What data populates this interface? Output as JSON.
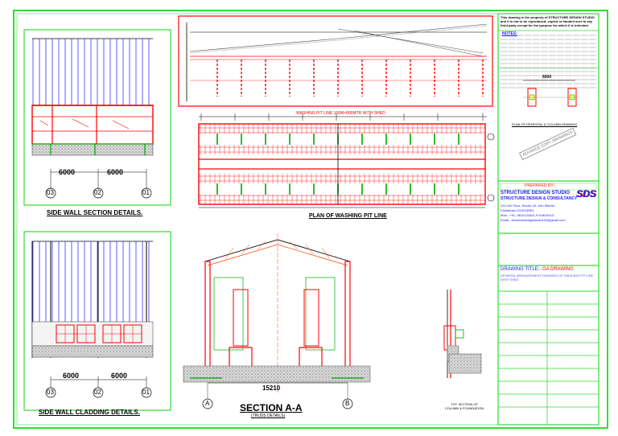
{
  "colors": {
    "border_green": "#33dd33",
    "steel_red": "#ff0000",
    "sheet_blue": "#2222ff",
    "dim_black": "#000000"
  },
  "left_top": {
    "dims": [
      "6000",
      "6000"
    ],
    "grids": [
      "03",
      "02",
      "01"
    ],
    "caption": "SIDE WALL SECTION DETAILS."
  },
  "left_bottom": {
    "dims": [
      "6000",
      "6000"
    ],
    "grids": [
      "03",
      "02",
      "01"
    ],
    "caption": "SIDE WALL CLADDING DETAILS."
  },
  "plan": {
    "title": "PLAN OF WASHING PIT LINE",
    "heading": "WASHING PIT LINE 100M×800MTR WITH SHED"
  },
  "section": {
    "dim": "15210",
    "grid_a": "A",
    "grid_b": "B",
    "title": "SECTION A-A",
    "subtitle": "(TRUSS DETAILS)"
  },
  "foundation": {
    "caption": "TYP. SECTION OF COLUMN & FOUNDATION"
  },
  "right_panel": {
    "notice": "This drawing is the property of STRUCTURE DESIGN STUDIO and it is not to be reproduced, copied or handed over to any third party except for the purpose for which it is intended.",
    "notes_title": "NOTES:",
    "pedestal_dim": "6000",
    "pedestal_caption": "PLAN OF PEDESTAL & COLUMN DRAWING",
    "stamp": "ADVANCE COPY DRAWINGS",
    "prepared_by": "PREPARED BY:-",
    "firm_line1": "STRUCTURE DESIGN STUDIO",
    "firm_line2": "STRUCTURE DESIGN & CONSULTANCY",
    "firm_logo": "SDS",
    "address": "123,2nd Floor, Sector-16, Jain Market",
    "city": "Faridabad-121002(HR)",
    "mobile": "Mob.- +91- 9810123451,9744615413",
    "email": "Email.- structuredesignstudio123@gmail.com",
    "drawing_title_label": "DRAWING TITLE:-",
    "drawing_title_value": "GA DRAWING",
    "drawing_desc": "GENERAL ARRANGEMENT DRAWING OF WASHING PIT LINE WITH SHED"
  }
}
